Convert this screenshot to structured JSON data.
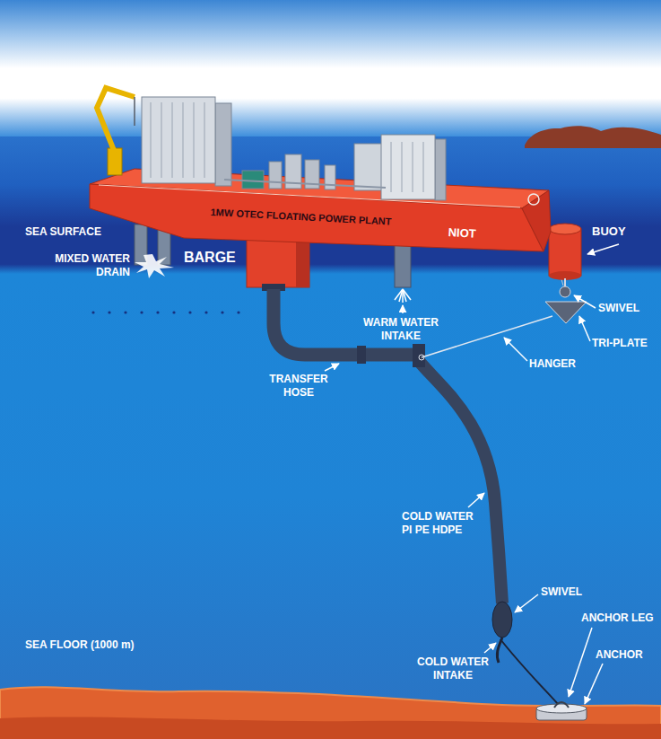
{
  "diagram": {
    "nodes": [
      {
        "text": [
          "1MW OTEC FLOATING POWER PLANT",
          "NIOT"
        ]
      }
    ],
    "labels": [
      "SEA SURFACE",
      "MIXED WATER DRAIN",
      "BARGE",
      "WARM WATER INTAKE",
      "BUOY",
      "SWIVEL",
      "TRI-PLATE",
      "HANGER",
      "TRANSFER HOSE",
      "COLD WATER PI PE HDPE",
      "SWIVEL",
      "ANCHOR LEG",
      "COLD WATER INTAKE",
      "ANCHOR",
      "SEA FLOOR (1000 m)"
    ]
  }
}
